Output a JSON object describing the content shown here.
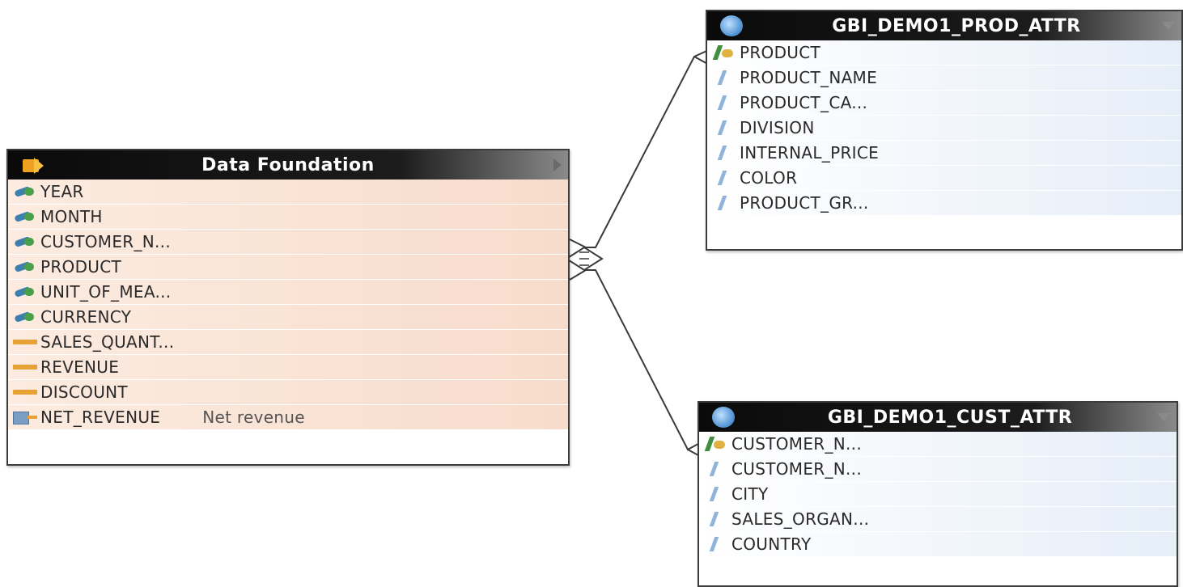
{
  "data_foundation": {
    "title": "Data Foundation",
    "rows": [
      {
        "label": "YEAR",
        "icon": "dimension-icon",
        "desc": ""
      },
      {
        "label": "MONTH",
        "icon": "dimension-icon",
        "desc": ""
      },
      {
        "label": "CUSTOMER_N...",
        "icon": "dimension-icon",
        "desc": ""
      },
      {
        "label": "PRODUCT",
        "icon": "dimension-icon",
        "desc": ""
      },
      {
        "label": "UNIT_OF_MEA...",
        "icon": "dimension-icon",
        "desc": ""
      },
      {
        "label": "CURRENCY",
        "icon": "dimension-icon",
        "desc": ""
      },
      {
        "label": "SALES_QUANT...",
        "icon": "measure-icon",
        "desc": ""
      },
      {
        "label": "REVENUE",
        "icon": "measure-icon",
        "desc": ""
      },
      {
        "label": "DISCOUNT",
        "icon": "measure-icon",
        "desc": ""
      },
      {
        "label": "NET_REVENUE",
        "icon": "calculated-measure-icon",
        "desc": "Net revenue"
      }
    ]
  },
  "prod_attr": {
    "title": "GBI_DEMO1_PROD_ATTR",
    "rows": [
      {
        "label": "PRODUCT",
        "icon": "key-attribute-icon"
      },
      {
        "label": "PRODUCT_NAME",
        "icon": "attribute-icon"
      },
      {
        "label": "PRODUCT_CA...",
        "icon": "attribute-icon"
      },
      {
        "label": "DIVISION",
        "icon": "attribute-icon"
      },
      {
        "label": "INTERNAL_PRICE",
        "icon": "attribute-icon"
      },
      {
        "label": "COLOR",
        "icon": "attribute-icon"
      },
      {
        "label": "PRODUCT_GR...",
        "icon": "attribute-icon"
      }
    ]
  },
  "cust_attr": {
    "title": "GBI_DEMO1_CUST_ATTR",
    "rows": [
      {
        "label": "CUSTOMER_N...",
        "icon": "key-attribute-icon"
      },
      {
        "label": "CUSTOMER_N...",
        "icon": "attribute-icon"
      },
      {
        "label": "CITY",
        "icon": "attribute-icon"
      },
      {
        "label": "SALES_ORGAN...",
        "icon": "attribute-icon"
      },
      {
        "label": "COUNTRY",
        "icon": "attribute-icon"
      }
    ]
  }
}
